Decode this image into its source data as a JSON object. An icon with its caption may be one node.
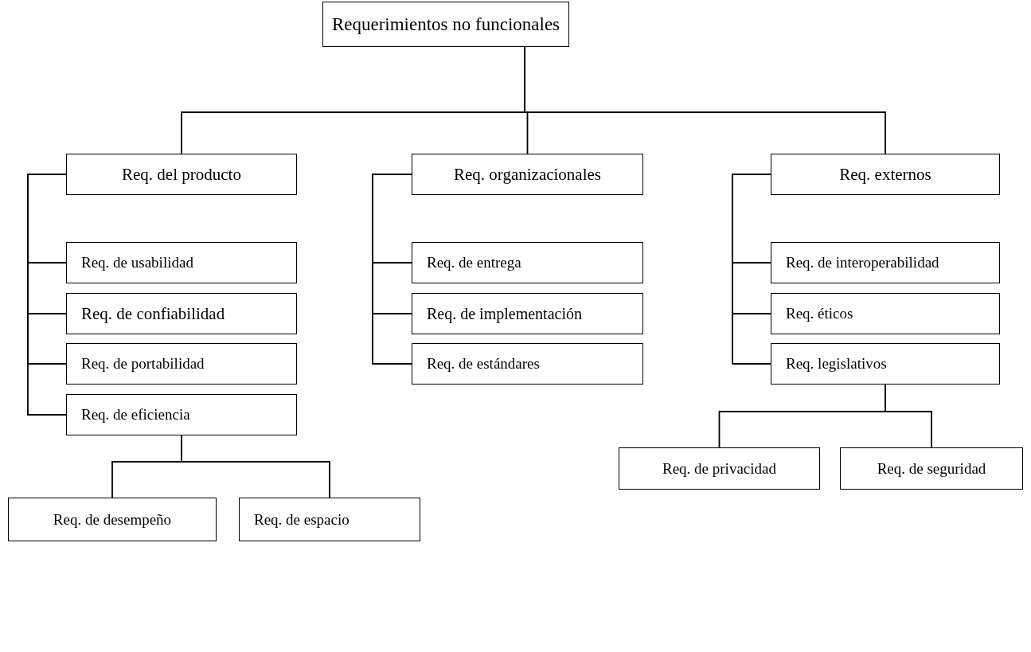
{
  "diagram": {
    "nodes": [
      {
        "text": [
          "Requerimientos no funcionales"
        ]
      },
      {
        "text": [
          "Req. del producto"
        ]
      },
      {
        "text": [
          "Req. de usabilidad"
        ]
      },
      {
        "text": [
          "Req. de confiabilidad"
        ]
      },
      {
        "text": [
          "Req. de portabilidad"
        ]
      },
      {
        "text": [
          "Req. de eficiencia"
        ]
      },
      {
        "text": [
          "Req. de desempeño"
        ]
      },
      {
        "text": [
          "Req. de espacio"
        ]
      },
      {
        "text": [
          "Req. organizacionales"
        ]
      },
      {
        "text": [
          "Req. de entrega"
        ]
      },
      {
        "text": [
          "Req. de implementación"
        ]
      },
      {
        "text": [
          "Req. de estándares"
        ]
      },
      {
        "text": [
          "Req. externos"
        ]
      },
      {
        "text": [
          "Req. de interoperabilidad"
        ]
      },
      {
        "text": [
          "Req. éticos"
        ]
      },
      {
        "text": [
          "Req. legislativos"
        ]
      },
      {
        "text": [
          "Req. de privacidad"
        ]
      },
      {
        "text": [
          "Req. de seguridad"
        ]
      }
    ],
    "edges": [
      {
        "from": 0,
        "to": 1,
        "arrow": "none"
      },
      {
        "from": 0,
        "to": 8,
        "arrow": "none"
      },
      {
        "from": 0,
        "to": 12,
        "arrow": "none"
      },
      {
        "from": 1,
        "to": 2,
        "arrow": "none"
      },
      {
        "from": 1,
        "to": 3,
        "arrow": "none"
      },
      {
        "from": 1,
        "to": 4,
        "arrow": "none"
      },
      {
        "from": 1,
        "to": 5,
        "arrow": "none"
      },
      {
        "from": 5,
        "to": 6,
        "arrow": "none"
      },
      {
        "from": 5,
        "to": 7,
        "arrow": "none"
      },
      {
        "from": 8,
        "to": 9,
        "arrow": "none"
      },
      {
        "from": 8,
        "to": 10,
        "arrow": "none"
      },
      {
        "from": 8,
        "to": 11,
        "arrow": "none"
      },
      {
        "from": 12,
        "to": 13,
        "arrow": "none"
      },
      {
        "from": 12,
        "to": 14,
        "arrow": "none"
      },
      {
        "from": 12,
        "to": 15,
        "arrow": "none"
      },
      {
        "from": 15,
        "to": 16,
        "arrow": "none"
      },
      {
        "from": 15,
        "to": 17,
        "arrow": "none"
      }
    ]
  }
}
